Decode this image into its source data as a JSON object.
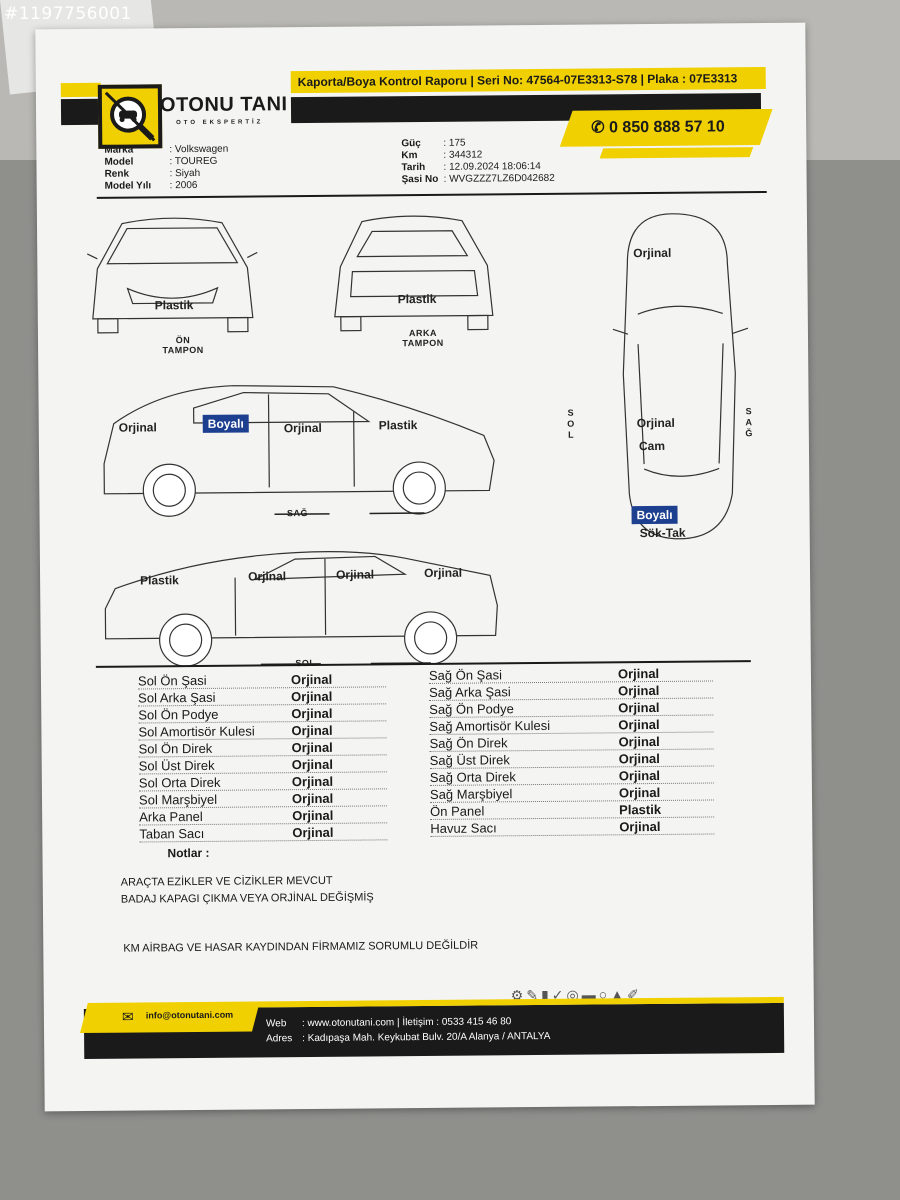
{
  "watermark_id": "#1197756001",
  "header": {
    "report_title": "Kaporta/Boya Kontrol Raporu | Seri No: 47564-07E3313-S78 | Plaka : 07E3313",
    "brand": "OTONU TANI",
    "brand_sub": "OTO EKSPERTİZ",
    "phone": "0 850 888 57 10"
  },
  "vehicle": {
    "left": [
      {
        "label": "Marka",
        "value": ": Volkswagen"
      },
      {
        "label": "Model",
        "value": ": TOUREG"
      },
      {
        "label": "Renk",
        "value": ": Siyah"
      },
      {
        "label": "Model Yılı",
        "value": ": 2006"
      }
    ],
    "right": [
      {
        "label": "Güç",
        "value": ": 175"
      },
      {
        "label": "Km",
        "value": ": 344312"
      },
      {
        "label": "Tarih",
        "value": ": 12.09.2024 18:06:14"
      },
      {
        "label": "Şasi No",
        "value": ": WVGZZZ7LZ6D042682"
      }
    ]
  },
  "diagram": {
    "front_bumper_status": "Plastik",
    "front_caption_1": "ÖN",
    "front_caption_2": "TAMPON",
    "rear_bumper_status": "Plastik",
    "rear_caption_1": "ARKA",
    "rear_caption_2": "TAMPON",
    "right_side": {
      "front_fender": "Orjinal",
      "front_door": "Boyalı",
      "rear_door": "Orjinal",
      "rear_fender": "Plastik",
      "caption": "SAĞ"
    },
    "left_side": {
      "rear_fender": "Plastik",
      "rear_door": "Orjinal",
      "front_door": "Orjinal",
      "front_fender": "Orjinal",
      "caption": "SOL"
    },
    "top": {
      "hood": "Orjinal",
      "roof": "Orjinal",
      "glass": "Cam",
      "trunk_status": "Boyalı",
      "trunk_note": "Sök-Tak",
      "left_caption": "SOL",
      "right_caption": "SAĞ"
    }
  },
  "parts_left": [
    {
      "name": "Sol Ön Şasi",
      "value": "Orjinal"
    },
    {
      "name": "Sol Arka Şasi",
      "value": "Orjinal"
    },
    {
      "name": "Sol Ön Podye",
      "value": "Orjinal"
    },
    {
      "name": "Sol Amortisör Kulesi",
      "value": "Orjinal"
    },
    {
      "name": "Sol Ön Direk",
      "value": "Orjinal"
    },
    {
      "name": "Sol Üst Direk",
      "value": "Orjinal"
    },
    {
      "name": "Sol Orta Direk",
      "value": "Orjinal"
    },
    {
      "name": "Sol Marşbiyel",
      "value": "Orjinal"
    },
    {
      "name": "Arka Panel",
      "value": "Orjinal"
    },
    {
      "name": "Taban Sacı",
      "value": "Orjinal"
    }
  ],
  "parts_right": [
    {
      "name": "Sağ Ön Şasi",
      "value": "Orjinal"
    },
    {
      "name": "Sağ Arka Şasi",
      "value": "Orjinal"
    },
    {
      "name": "Sağ Ön Podye",
      "value": "Orjinal"
    },
    {
      "name": "Sağ Amortisör Kulesi",
      "value": "Orjinal"
    },
    {
      "name": "Sağ Ön Direk",
      "value": "Orjinal"
    },
    {
      "name": "Sağ Üst Direk",
      "value": "Orjinal"
    },
    {
      "name": "Sağ Orta Direk",
      "value": "Orjinal"
    },
    {
      "name": "Sağ Marşbiyel",
      "value": "Orjinal"
    },
    {
      "name": "Ön Panel",
      "value": "Plastik"
    },
    {
      "name": "Havuz Sacı",
      "value": "Orjinal"
    }
  ],
  "notes": {
    "label": "Notlar :",
    "line1": "ARAÇTA EZİKLER VE  CİZİKLER MEVCUT",
    "line2": "BADAJ KAPAGI ÇIKMA  VEYA ORJİNAL DEĞİŞMİŞ",
    "line3": "KM AİRBAG VE HASAR KAYDINDAN FİRMAMIZ SORUMLU DEĞİLDİR"
  },
  "footer": {
    "email": "info@otonutani.com",
    "web_label": "Web",
    "web_value": ":  www.otonutani.com  |  İletişim : 0533 415 46 80",
    "address_label": "Adres",
    "address_value": ":  Kadıpaşa Mah. Keykubat Bulv. 20/A Alanya / ANTALYA"
  },
  "colors": {
    "brand_yellow": "#f0d000",
    "brand_black": "#1a1a1a",
    "badge_blue": "#1d3f8f"
  }
}
